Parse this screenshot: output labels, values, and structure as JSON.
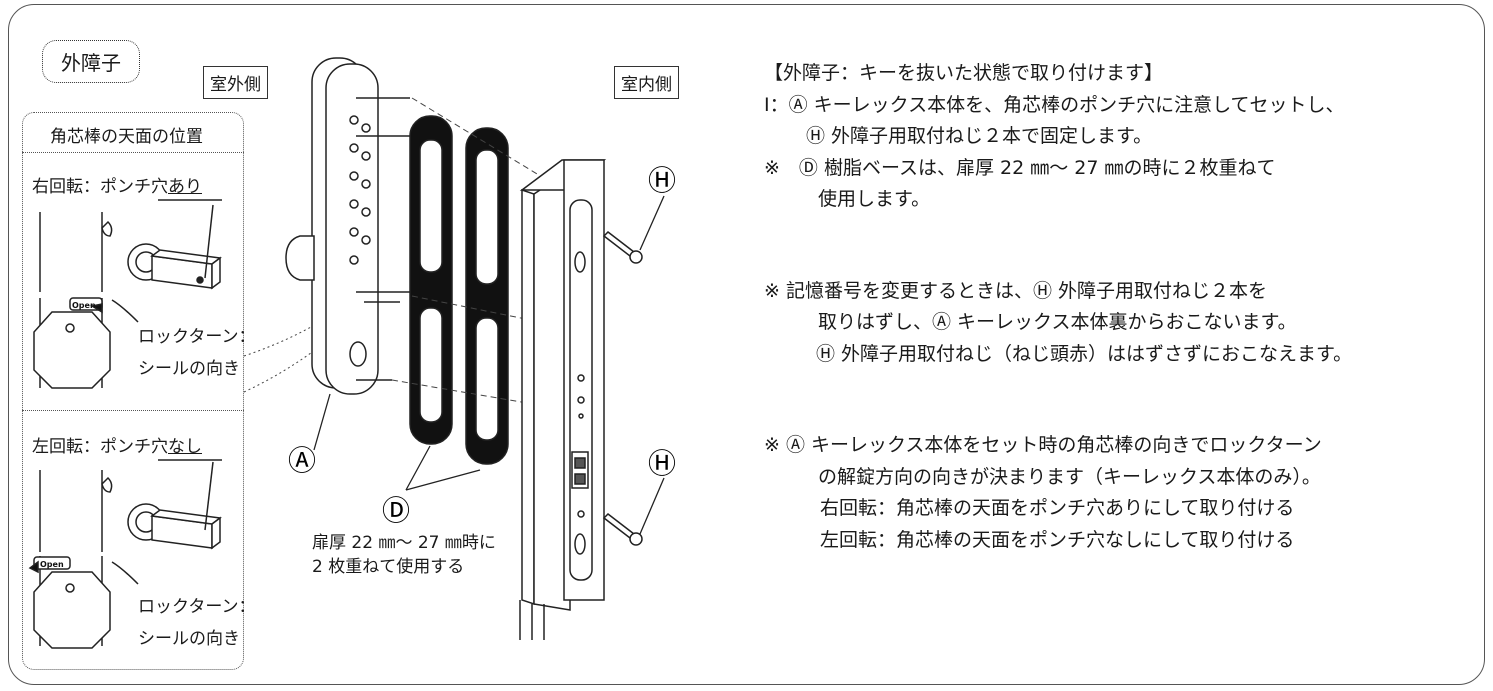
{
  "section_title": "外障子",
  "outside_label": "室外側",
  "inside_label": "室内側",
  "side_panel": {
    "header": "角芯棒の天面の位置",
    "right": {
      "label_prefix": "右回転：",
      "label_main": "ポンチ穴",
      "label_underlined": "あり",
      "open_tag": "Open",
      "turn_line1": "ロックターン：",
      "turn_line2": "シールの向き"
    },
    "left": {
      "label_prefix": "左回転：",
      "label_main": "ポンチ穴",
      "label_underlined": "なし",
      "open_tag": "Open",
      "turn_line1": "ロックターン：",
      "turn_line2": "シールの向き"
    }
  },
  "diagram": {
    "part_a": "Ⓐ",
    "part_d": "Ⓓ",
    "part_h_top": "Ⓗ",
    "part_h_bottom": "Ⓗ",
    "note_line1": "扉厚 22 ㎜～ 27 ㎜時に",
    "note_line2": "2 枚重ねて使用する"
  },
  "instructions": {
    "title": "【外障子：キーを抜いた状態で取り付けます】",
    "step1_line1": "Ⅰ：Ⓐ キーレックス本体を、角芯棒のポンチ穴に注意してセットし、",
    "step1_line2": "Ⓗ 外障子用取付ねじ２本で固定します。",
    "note1_line1": "※　Ⓓ 樹脂ベースは、扉厚 22 ㎜～ 27 ㎜の時に２枚重ねて",
    "note1_line2": "使用します。",
    "note2_line1": "※  記憶番号を変更するときは、Ⓗ 外障子用取付ねじ２本を",
    "note2_line2": "取りはずし、Ⓐ キーレックス本体裏からおこないます。",
    "note2_line3": "Ⓗ 外障子用取付ねじ（ねじ頭赤）ははずさずにおこなえます。",
    "note3_line1": "※  Ⓐ キーレックス本体をセット時の角芯棒の向きでロックターン",
    "note3_line2": "の解錠方向の向きが決まります（キーレックス本体のみ）。",
    "note3_line3": "右回転：角芯棒の天面をポンチ穴ありにして取り付ける",
    "note3_line4": "左回転：角芯棒の天面をポンチ穴なしにして取り付ける"
  }
}
